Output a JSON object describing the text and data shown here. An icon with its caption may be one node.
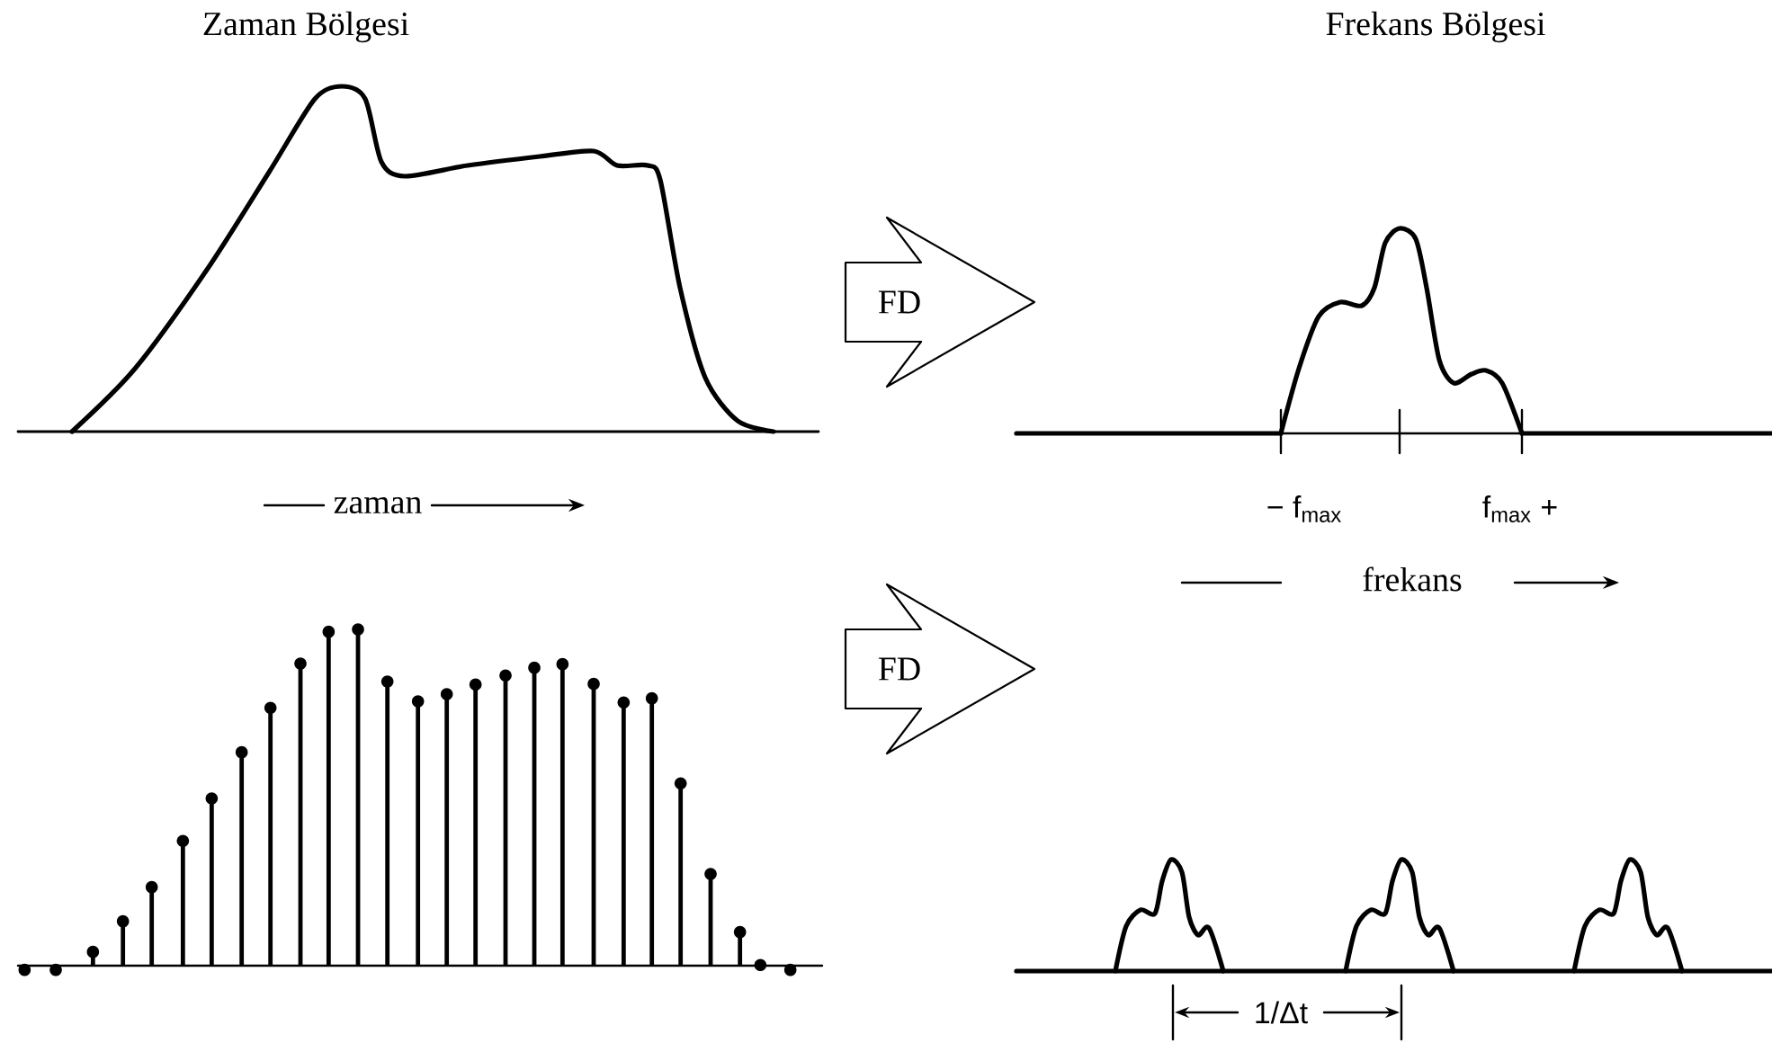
{
  "diagram": {
    "nodes": [
      {
        "text": [
          "FD"
        ]
      },
      {
        "text": [
          "FD"
        ]
      }
    ],
    "labels": [
      "Zaman Bölgesi",
      "Frekans Bölgesi",
      "zaman",
      "− f$_{max}$",
      "f$_{max}$ +",
      "frekans",
      "1/Δt"
    ]
  }
}
